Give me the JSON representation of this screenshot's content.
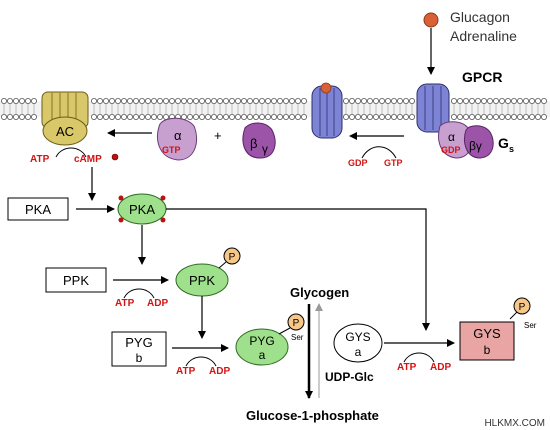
{
  "ligands": {
    "line1": "Glucagon",
    "line2": "Adrenaline"
  },
  "receptor": {
    "label": "GPCR"
  },
  "g_protein": {
    "label": "G",
    "subscript": "s"
  },
  "adenylyl_cyclase": {
    "label": "AC"
  },
  "subunits": {
    "alpha": "α",
    "gtp": "GTP",
    "gdp": "GDP",
    "beta": "β",
    "gamma": "γ",
    "beta_gamma": "βγ"
  },
  "plus": "+",
  "exchange": {
    "gdp": "GDP",
    "gtp": "GTP"
  },
  "camp_reaction": {
    "atp": "ATP",
    "camp": "cAMP"
  },
  "pka": {
    "inactive": "PKA",
    "active": "PKA"
  },
  "ppk": {
    "inactive": "PPK",
    "active": "PPK",
    "atp": "ATP",
    "adp": "ADP"
  },
  "pyg": {
    "b_name": "PYG",
    "b_form": "b",
    "a_name": "PYG",
    "a_form": "a",
    "atp": "ATP",
    "adp": "ADP"
  },
  "gys": {
    "a_name": "GYS",
    "a_form": "a",
    "b_name": "GYS",
    "b_form": "b",
    "atp": "ATP",
    "adp": "ADP"
  },
  "phosphate": {
    "label": "P",
    "site": "Ser"
  },
  "metabolites": {
    "glycogen": "Glycogen",
    "udp_glc": "UDP-Glc",
    "g1p": "Glucose-1-phosphate"
  },
  "watermark": "HLKMX.COM",
  "colors": {
    "membrane_head": "#ffffff",
    "gpcr_blue": "#7d84d6",
    "ac_yellow": "#d8c86a",
    "alpha_purple": "#c7a0cf",
    "betagamma_purple": "#9b54a8",
    "kinase_green": "#9fe08c",
    "phosphate_orange": "#f6c789",
    "gys_b_pink": "#e9a4a4",
    "ligand_red": "#d96036",
    "label_red": "#d41414"
  }
}
